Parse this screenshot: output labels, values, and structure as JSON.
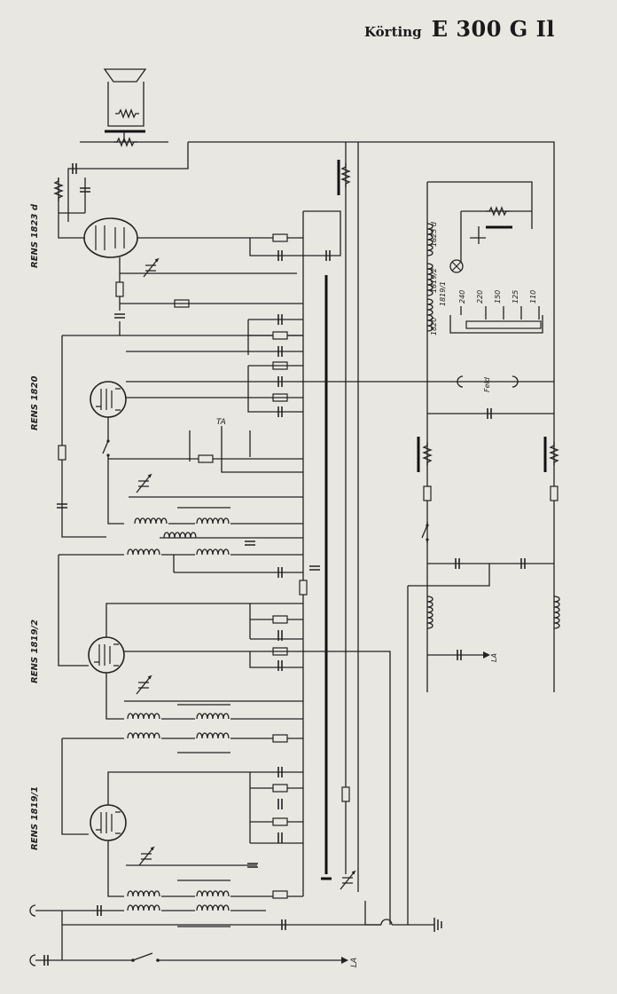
{
  "header": {
    "brand": "Körting",
    "model": "E 300 G Il"
  },
  "tubes": {
    "output": "RENS 1823 d",
    "detector": "RENS 1820",
    "rf_stage_2": "RENS 1819/2",
    "rf_stage_1": "RENS 1819/1"
  },
  "rectifier_labels": [
    "1823 d",
    "1819/2",
    "1819/1",
    "1820"
  ],
  "mains_taps": [
    "240",
    "220",
    "150",
    "125",
    "110"
  ],
  "field_label": "Feld",
  "pickup_label": "TA",
  "antenna_label": "LA",
  "antenna_label_bottom": "LA",
  "colors": {
    "paper": "#e9e7e2",
    "ink": "#222222"
  }
}
